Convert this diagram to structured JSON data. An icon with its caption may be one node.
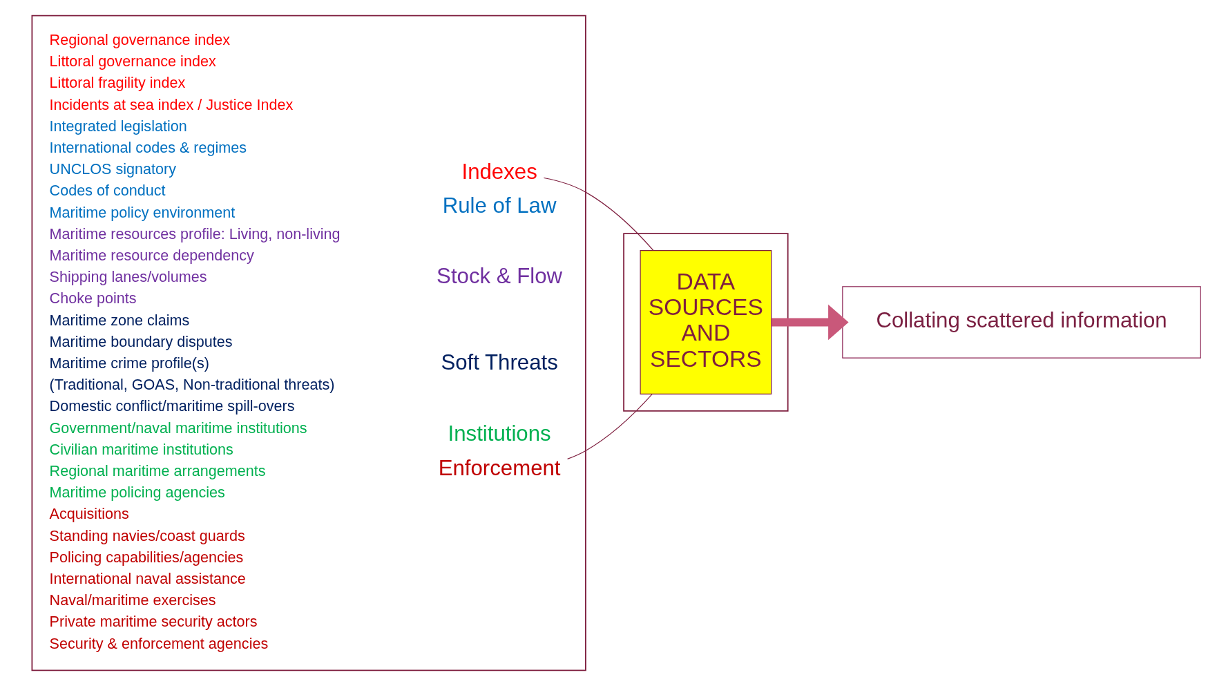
{
  "diagram": {
    "nodes": [
      {
        "text": [],
        "shape": "box"
      },
      {
        "text": [
          "Indexes"
        ],
        "in": 0
      },
      {
        "text": [
          "Rule of Law"
        ],
        "in": 0
      },
      {
        "text": [
          "Stock & Flow"
        ],
        "in": 0
      },
      {
        "text": [
          "Soft Threats"
        ],
        "in": 0
      },
      {
        "text": [
          "Institutions"
        ],
        "in": 0
      },
      {
        "text": [
          "Enforcement"
        ],
        "in": 0
      },
      {
        "text": [],
        "shape": "box"
      },
      {
        "text": [
          "DATA SOURCES AND SECTORS"
        ],
        "in": 7
      },
      {
        "text": [
          "Collating scattered information"
        ]
      }
    ],
    "edges": [
      {
        "from": 1,
        "to": 8,
        "arrow": "none"
      },
      {
        "from": 6,
        "to": 8,
        "arrow": "none"
      },
      {
        "from": 8,
        "to": 9,
        "arrow": "to",
        "style": "thick",
        "color": "#c9587a"
      }
    ],
    "labels": [
      "Regional governance index",
      "Littoral governance index",
      "Littoral fragility index",
      "Incidents at sea index / Justice Index",
      "Integrated legislation",
      "International codes & regimes",
      "UNCLOS signatory",
      "Codes of conduct",
      "Maritime policy environment",
      "Maritime resources profile: Living, non-living",
      "Maritime resource dependency",
      "Shipping lanes/volumes",
      "Choke points",
      "Maritime zone claims",
      "Maritime boundary disputes",
      "Maritime crime profile(s)",
      "(Traditional, GOAS, Non-traditional threats)",
      "Domestic conflict/maritime spill-overs",
      "Government/naval maritime institutions",
      "Civilian maritime institutions",
      "Regional maritime arrangements",
      "Maritime policing agencies",
      "Acquisitions",
      "Standing navies/coast guards",
      "Policing capabilities/agencies",
      "International naval assistance",
      "Naval/maritime exercises",
      "Private maritime security actors",
      "Security & enforcement agencies"
    ]
  }
}
